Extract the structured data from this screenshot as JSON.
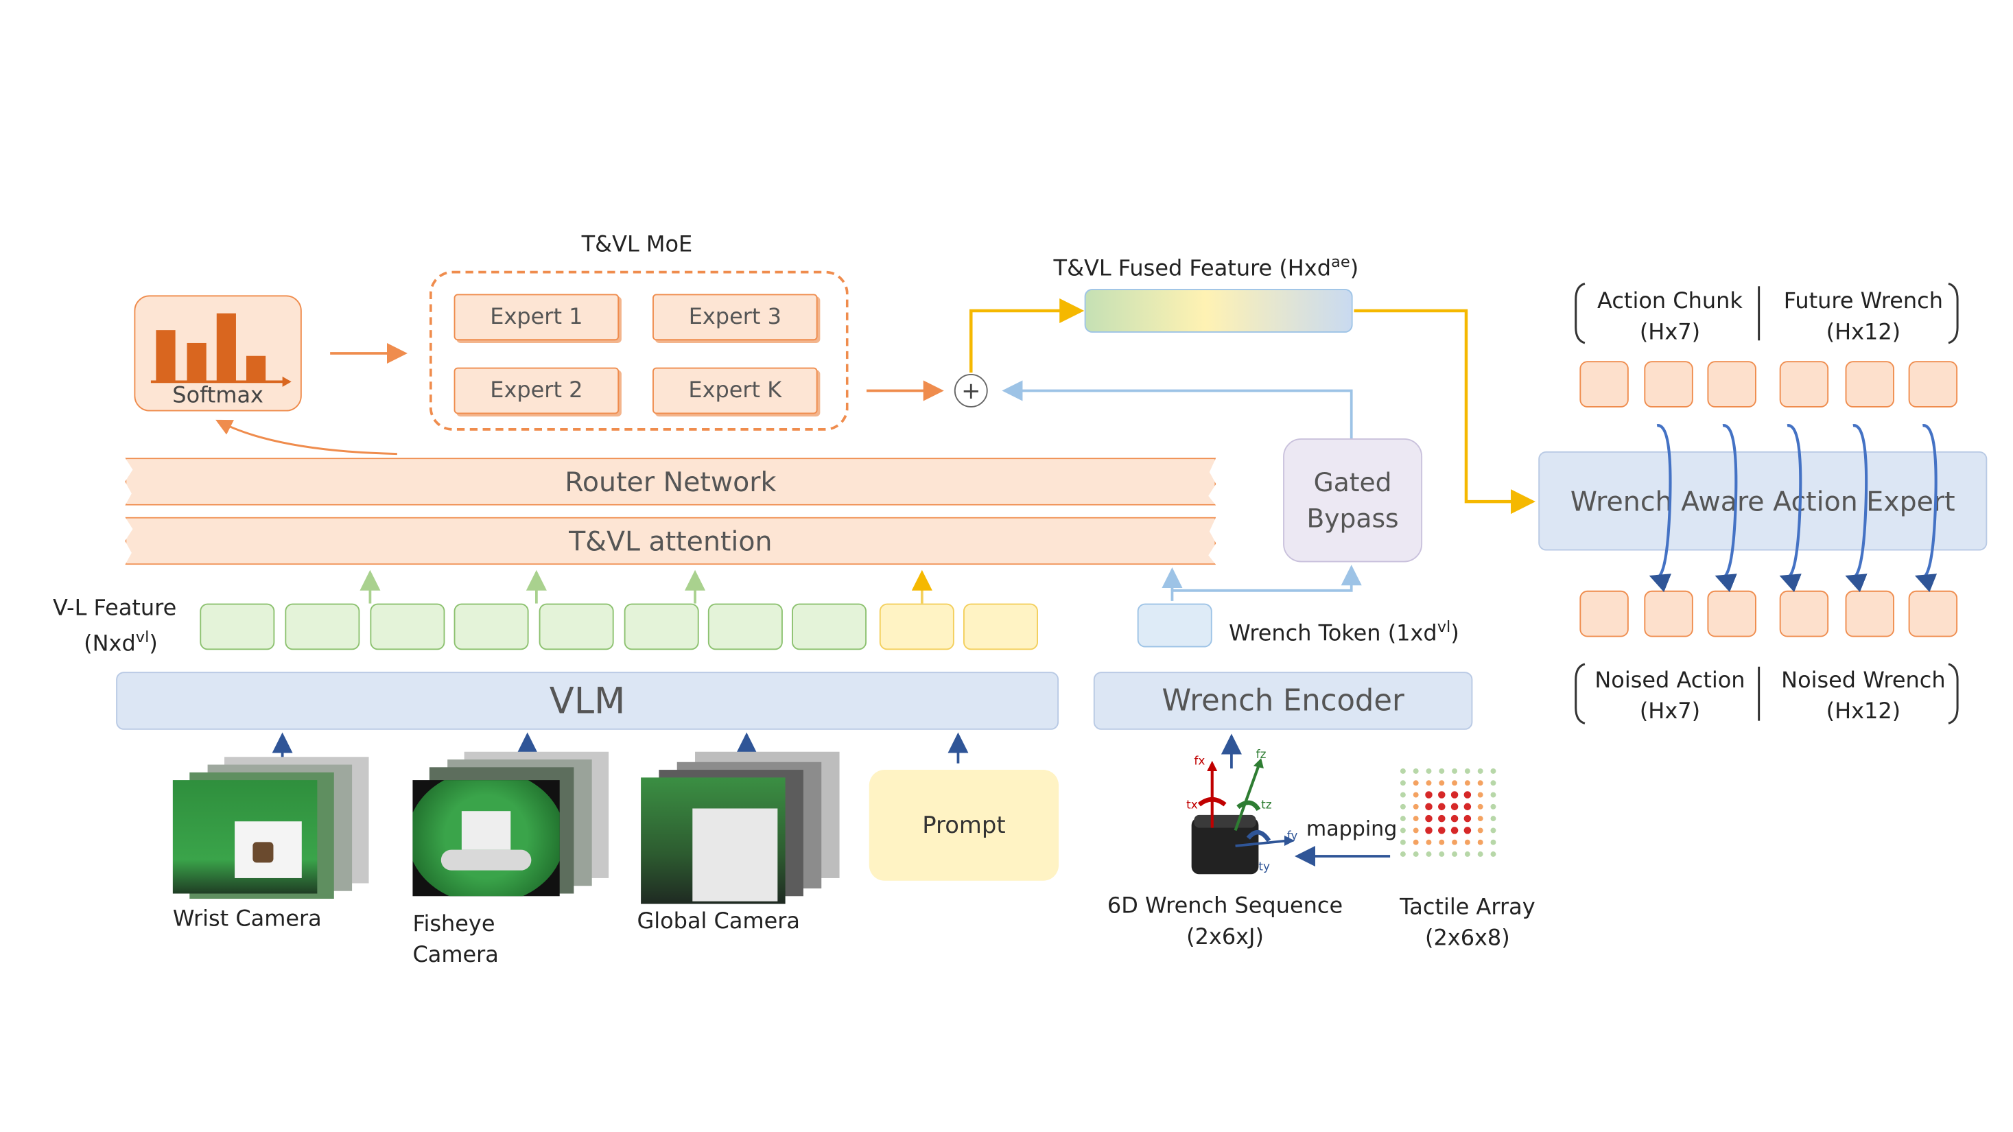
{
  "moe": {
    "title": "T&VL MoE",
    "experts": [
      "Expert 1",
      "Expert 3",
      "Expert 2",
      "Expert K"
    ],
    "softmax_label": "Softmax"
  },
  "fused_feature": {
    "label": "T&VL Fused Feature (Hxd",
    "sup": "ae",
    "close": ")"
  },
  "router_label": "Router Network",
  "attention_label": "T&VL attention",
  "vl_feature": {
    "line1": "V-L Feature",
    "line2": "(Nxd",
    "sup": "vl",
    "close": ")"
  },
  "wrench_token": {
    "label": "Wrench Token (1xd",
    "sup": "vl",
    "close": ")"
  },
  "gated_bypass": {
    "line1": "Gated",
    "line2": "Bypass"
  },
  "vlm_label": "VLM",
  "wrench_encoder_label": "Wrench Encoder",
  "action_expert_label": "Wrench Aware Action Expert",
  "outputs": {
    "action_chunk": {
      "line1": "Action Chunk",
      "line2": "(Hx7)"
    },
    "future_wrench": {
      "line1": "Future Wrench",
      "line2": "(Hx12)"
    }
  },
  "inputs_noised": {
    "noised_action": {
      "line1": "Noised Action",
      "line2": "(Hx7)"
    },
    "noised_wrench": {
      "line1": "Noised Wrench",
      "line2": "(Hx12)"
    }
  },
  "cameras": {
    "wrist": "Wrist Camera",
    "fisheye_line1": "Fisheye",
    "fisheye_line2": "Camera",
    "global": "Global Camera"
  },
  "prompt_label": "Prompt",
  "wrench_seq": {
    "line1": "6D Wrench Sequence",
    "line2": "(2x6xJ)"
  },
  "tactile": {
    "line1": "Tactile Array",
    "line2": "(2x6x8)"
  },
  "mapping_label": "mapping",
  "axes": {
    "fx": "fx",
    "fz": "fz",
    "tx": "tx",
    "tz": "tz",
    "fy": "fy",
    "ty": "ty"
  },
  "colors": {
    "orange": "#ef8c4d",
    "yellow_arrow": "#f5b800",
    "blue_arrow": "#9dc3e6",
    "dark_blue_arrow": "#2f5597",
    "green_arrow": "#a9d18e"
  }
}
